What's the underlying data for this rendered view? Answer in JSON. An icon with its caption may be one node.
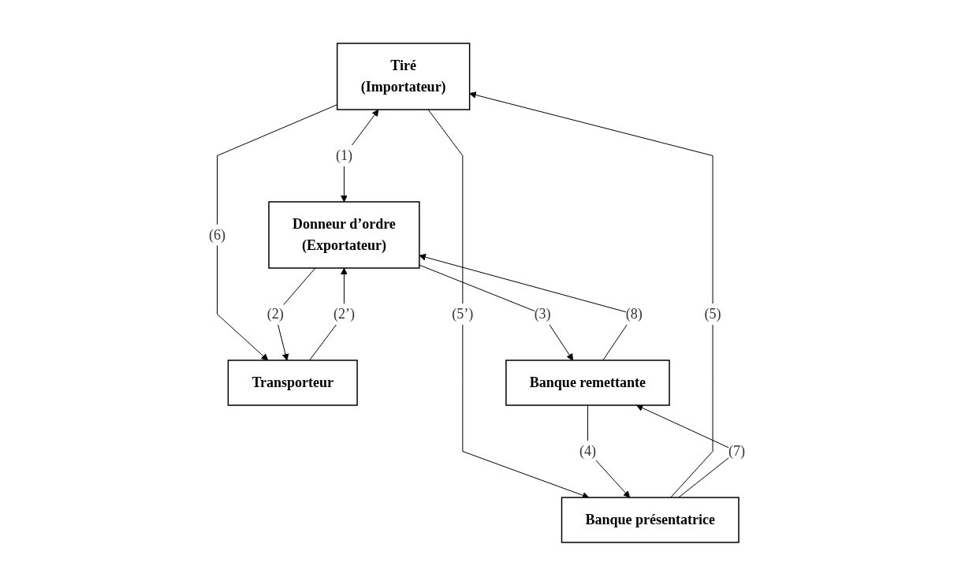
{
  "diagram": {
    "nodes": [
      {
        "text": [
          "Tiré",
          "(Importateur)"
        ]
      },
      {
        "text": [
          "Donneur d’ordre",
          "(Exportateur)"
        ]
      },
      {
        "text": [
          "Transporteur"
        ]
      },
      {
        "text": [
          "Banque présentatrice"
        ]
      },
      {
        "text": [
          "Banque remettante"
        ]
      }
    ],
    "edges": [
      {
        "from": 0,
        "to": 1,
        "arrow": "both",
        "label": "(1)"
      },
      {
        "from": 0,
        "to": 2,
        "arrow": "to",
        "label": "(6)"
      },
      {
        "from": 2,
        "to": 1,
        "arrow": "to",
        "label": "(2’)"
      },
      {
        "from": 1,
        "to": 2,
        "arrow": "to",
        "label": "(2)"
      },
      {
        "from": 3,
        "to": 0,
        "arrow": "to",
        "label": "(5)"
      },
      {
        "from": 0,
        "to": 3,
        "arrow": "to",
        "label": "(5’)"
      },
      {
        "from": 4,
        "to": 1,
        "arrow": "to",
        "label": "(8)"
      },
      {
        "from": 1,
        "to": 4,
        "arrow": "to",
        "label": "(3)"
      },
      {
        "from": 3,
        "to": 4,
        "arrow": "to",
        "label": "(7)"
      },
      {
        "from": 4,
        "to": 3,
        "arrow": "to",
        "label": "(4)"
      }
    ]
  }
}
